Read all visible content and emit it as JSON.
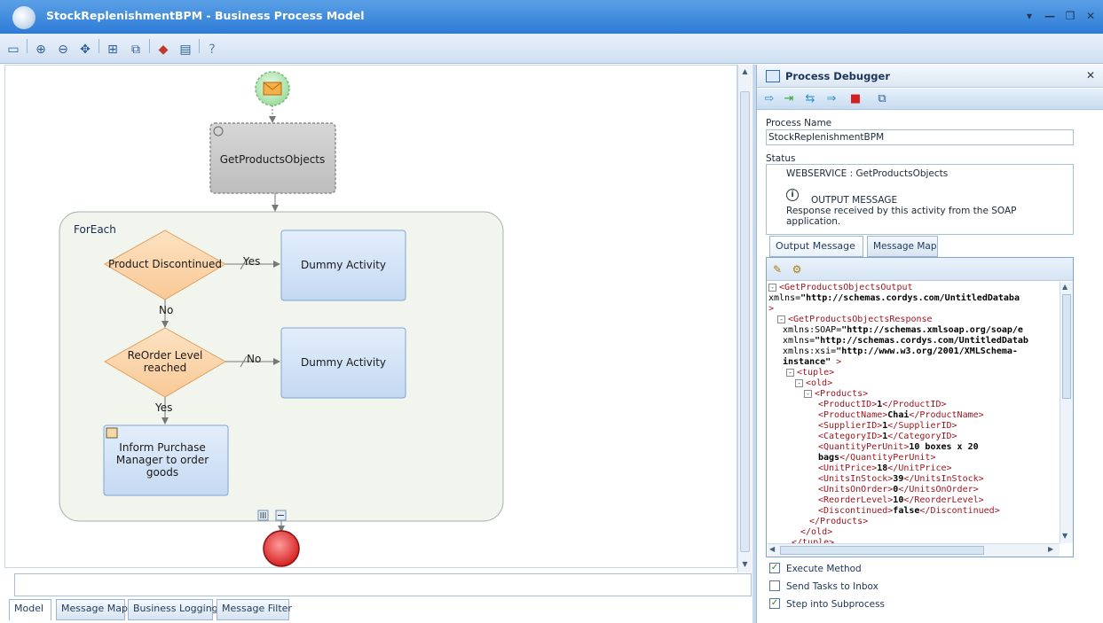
{
  "window": {
    "title": "StockReplenishmentBPM - Business Process Model",
    "controls": [
      "▾",
      "—",
      "❐",
      "✕"
    ]
  },
  "toolbar": {
    "icons": [
      "view-icon",
      "zoom-in-icon",
      "zoom-out-icon",
      "fit-icon",
      "expand-icon",
      "collapse-icon",
      "route-icon",
      "page-icon",
      "help-icon"
    ]
  },
  "diagram": {
    "start_event": "",
    "activity_get_products": "GetProductsObjects",
    "foreach_label": "ForEach",
    "decision_discontinued": "Product Discontinued",
    "decision_reorder_line1": "ReOrder Level",
    "decision_reorder_line2": "reached",
    "dummy1": "Dummy Activity",
    "dummy2": "Dummy Activity",
    "inform_line1": "Inform Purchase",
    "inform_line2": "Manager to order",
    "inform_line3": "goods",
    "yes1": "Yes",
    "no1": "No",
    "no2": "No",
    "yes2": "Yes"
  },
  "bottom_tabs": [
    "Model",
    "Message Map",
    "Business Logging",
    "Message Filter"
  ],
  "debugger": {
    "title": "Process Debugger",
    "process_name_label": "Process Name",
    "process_name_value": "StockReplenishmentBPM",
    "status_label": "Status",
    "status_line1": "WEBSERVICE  : GetProductsObjects",
    "status_line2": "OUTPUT MESSAGE",
    "status_line3": "Response received by this activity from the SOAP",
    "status_line4": "application.",
    "tabs": [
      "Output Message",
      "Message Map"
    ],
    "checkboxes": [
      {
        "label": "Execute Method",
        "checked": true
      },
      {
        "label": "Send Tasks to Inbox",
        "checked": false
      },
      {
        "label": "Step into Subprocess",
        "checked": true
      }
    ]
  },
  "xml": [
    {
      "indent": 0,
      "tog": "-",
      "parts": [
        [
          "tag",
          "<GetProductsObjectsOutput"
        ]
      ]
    },
    {
      "indent": 0,
      "tog": "",
      "parts": [
        [
          "txt",
          "xmlns="
        ],
        [
          "val",
          "\"http://schemas.cordys.com/UntitledDataba"
        ]
      ]
    },
    {
      "indent": 0,
      "tog": "",
      "parts": [
        [
          "tag",
          ">"
        ]
      ]
    },
    {
      "indent": 1,
      "tog": "-",
      "parts": [
        [
          "tag",
          "<GetProductsObjectsResponse"
        ]
      ]
    },
    {
      "indent": 1,
      "tog": "",
      "parts": [
        [
          "txt",
          "xmlns:SOAP="
        ],
        [
          "val",
          "\"http://schemas.xmlsoap.org/soap/e"
        ]
      ]
    },
    {
      "indent": 1,
      "tog": "",
      "parts": [
        [
          "txt",
          "xmlns="
        ],
        [
          "val",
          "\"http://schemas.cordys.com/UntitledDatab"
        ]
      ]
    },
    {
      "indent": 1,
      "tog": "",
      "parts": [
        [
          "txt",
          "xmlns:xsi="
        ],
        [
          "val",
          "\"http://www.w3.org/2001/XMLSchema-"
        ]
      ]
    },
    {
      "indent": 1,
      "tog": "",
      "parts": [
        [
          "val",
          "instance\""
        ],
        [
          "tag",
          " >"
        ]
      ]
    },
    {
      "indent": 2,
      "tog": "-",
      "parts": [
        [
          "tag",
          "<tuple>"
        ]
      ]
    },
    {
      "indent": 3,
      "tog": "-",
      "parts": [
        [
          "tag",
          "<old>"
        ]
      ]
    },
    {
      "indent": 4,
      "tog": "-",
      "parts": [
        [
          "tag",
          "<Products>"
        ]
      ]
    },
    {
      "indent": 5,
      "tog": "",
      "parts": [
        [
          "tag",
          "<ProductID>"
        ],
        [
          "val",
          "1"
        ],
        [
          "tag",
          "</ProductID>"
        ]
      ]
    },
    {
      "indent": 5,
      "tog": "",
      "parts": [
        [
          "tag",
          "<ProductName>"
        ],
        [
          "val",
          "Chai"
        ],
        [
          "tag",
          "</ProductName>"
        ]
      ]
    },
    {
      "indent": 5,
      "tog": "",
      "parts": [
        [
          "tag",
          "<SupplierID>"
        ],
        [
          "val",
          "1"
        ],
        [
          "tag",
          "</SupplierID>"
        ]
      ]
    },
    {
      "indent": 5,
      "tog": "",
      "parts": [
        [
          "tag",
          "<CategoryID>"
        ],
        [
          "val",
          "1"
        ],
        [
          "tag",
          "</CategoryID>"
        ]
      ]
    },
    {
      "indent": 5,
      "tog": "",
      "parts": [
        [
          "tag",
          "<QuantityPerUnit>"
        ],
        [
          "val",
          "10 boxes x 20"
        ]
      ]
    },
    {
      "indent": 5,
      "tog": "",
      "parts": [
        [
          "val",
          "bags"
        ],
        [
          "tag",
          "</QuantityPerUnit>"
        ]
      ]
    },
    {
      "indent": 5,
      "tog": "",
      "parts": [
        [
          "tag",
          "<UnitPrice>"
        ],
        [
          "val",
          "18"
        ],
        [
          "tag",
          "</UnitPrice>"
        ]
      ]
    },
    {
      "indent": 5,
      "tog": "",
      "parts": [
        [
          "tag",
          "<UnitsInStock>"
        ],
        [
          "val",
          "39"
        ],
        [
          "tag",
          "</UnitsInStock>"
        ]
      ]
    },
    {
      "indent": 5,
      "tog": "",
      "parts": [
        [
          "tag",
          "<UnitsOnOrder>"
        ],
        [
          "val",
          "0"
        ],
        [
          "tag",
          "</UnitsOnOrder>"
        ]
      ]
    },
    {
      "indent": 5,
      "tog": "",
      "parts": [
        [
          "tag",
          "<ReorderLevel>"
        ],
        [
          "val",
          "10"
        ],
        [
          "tag",
          "</ReorderLevel>"
        ]
      ]
    },
    {
      "indent": 5,
      "tog": "",
      "parts": [
        [
          "tag",
          "<Discontinued>"
        ],
        [
          "val",
          "false"
        ],
        [
          "tag",
          "</Discontinued>"
        ]
      ]
    },
    {
      "indent": 4,
      "tog": "",
      "parts": [
        [
          "tag",
          "</Products>"
        ]
      ]
    },
    {
      "indent": 3,
      "tog": "",
      "parts": [
        [
          "tag",
          "</old>"
        ]
      ]
    },
    {
      "indent": 2,
      "tog": "",
      "parts": [
        [
          "tag",
          "</tuple>"
        ]
      ]
    }
  ]
}
